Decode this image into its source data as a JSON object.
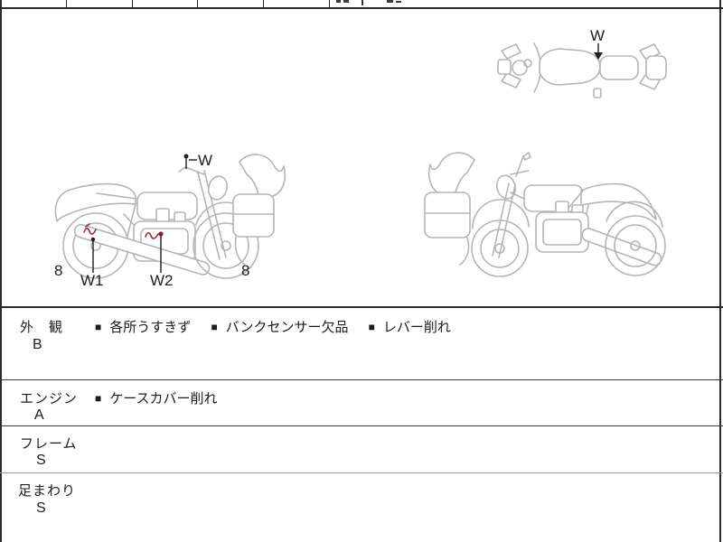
{
  "annotations": {
    "top_view_mark": "W",
    "mirror_mark": "W",
    "mark_1": "W1",
    "mark_2": "W2",
    "rear_wheel_grade": "8",
    "front_wheel_grade": "8"
  },
  "inspection": {
    "bullet": "■",
    "rows": [
      {
        "category": "外　観",
        "grade": "B",
        "notes": [
          "各所うすきず",
          "バンクセンサー欠品",
          "レバー削れ"
        ]
      },
      {
        "category": "エンジン",
        "grade": "A",
        "notes": [
          "ケースカバー削れ"
        ]
      },
      {
        "category": "フレーム",
        "grade": "S",
        "notes": []
      },
      {
        "category": "足まわり",
        "grade": "S",
        "notes": []
      }
    ]
  },
  "colors": {
    "border_dark": "#2b2b2b",
    "line_light": "#9a9a9a",
    "sketch_gray": "#b5b5b5",
    "damage_red": "#a22b3a",
    "text": "#1c1c1c"
  }
}
